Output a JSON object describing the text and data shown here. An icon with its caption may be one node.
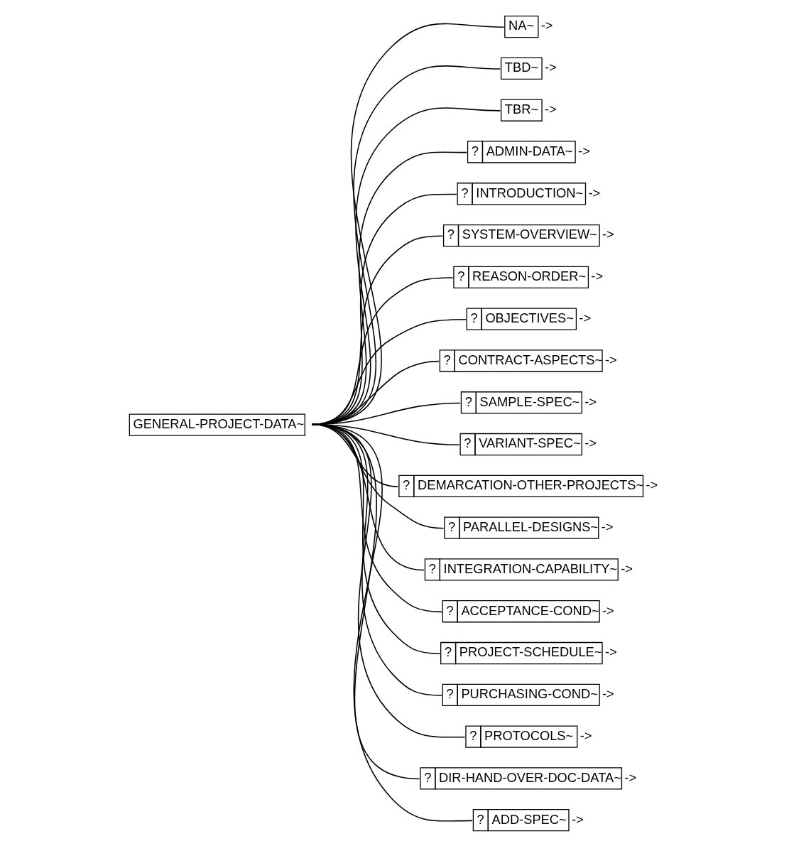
{
  "diagram": {
    "nodes": [
      {
        "text": [
          "GENERAL-PROJECT-DATA~"
        ]
      },
      {
        "text": [
          "NA~"
        ],
        "beside": [
          "->"
        ]
      },
      {
        "text": [
          "TBD~"
        ],
        "beside": [
          "->"
        ]
      },
      {
        "text": [
          "TBR~"
        ],
        "beside": [
          "->"
        ]
      },
      {
        "text": [
          "?",
          "ADMIN-DATA~"
        ],
        "beside": [
          "->"
        ]
      },
      {
        "text": [
          "?",
          "INTRODUCTION~"
        ],
        "beside": [
          "->"
        ]
      },
      {
        "text": [
          "?",
          "SYSTEM-OVERVIEW~"
        ],
        "beside": [
          "->"
        ]
      },
      {
        "text": [
          "?",
          "REASON-ORDER~"
        ],
        "beside": [
          "->"
        ]
      },
      {
        "text": [
          "?",
          "OBJECTIVES~"
        ],
        "beside": [
          "->"
        ]
      },
      {
        "text": [
          "?",
          "CONTRACT-ASPECTS~"
        ],
        "beside": [
          "->"
        ]
      },
      {
        "text": [
          "?",
          "SAMPLE-SPEC~"
        ],
        "beside": [
          "->"
        ]
      },
      {
        "text": [
          "?",
          "VARIANT-SPEC~"
        ],
        "beside": [
          "->"
        ]
      },
      {
        "text": [
          "?",
          "DEMARCATION-OTHER-PROJECTS~"
        ],
        "beside": [
          "->"
        ]
      },
      {
        "text": [
          "?",
          "PARALLEL-DESIGNS~"
        ],
        "beside": [
          "->"
        ]
      },
      {
        "text": [
          "?",
          "INTEGRATION-CAPABILITY~"
        ],
        "beside": [
          "->"
        ]
      },
      {
        "text": [
          "?",
          "ACCEPTANCE-COND~"
        ],
        "beside": [
          "->"
        ]
      },
      {
        "text": [
          "?",
          "PROJECT-SCHEDULE~"
        ],
        "beside": [
          "->"
        ]
      },
      {
        "text": [
          "?",
          "PURCHASING-COND~"
        ],
        "beside": [
          "->"
        ]
      },
      {
        "text": [
          "?",
          "PROTOCOLS~"
        ],
        "beside": [
          "->"
        ]
      },
      {
        "text": [
          "?",
          "DIR-HAND-OVER-DOC-DATA~"
        ],
        "beside": [
          "->"
        ]
      },
      {
        "text": [
          "?",
          "ADD-SPEC~"
        ],
        "beside": [
          "->"
        ]
      }
    ],
    "edges": [
      {
        "from": 0,
        "to": 1,
        "arrow": "none"
      },
      {
        "from": 0,
        "to": 2,
        "arrow": "none"
      },
      {
        "from": 0,
        "to": 3,
        "arrow": "none"
      },
      {
        "from": 0,
        "to": 4,
        "arrow": "none"
      },
      {
        "from": 0,
        "to": 5,
        "arrow": "none"
      },
      {
        "from": 0,
        "to": 6,
        "arrow": "none"
      },
      {
        "from": 0,
        "to": 7,
        "arrow": "none"
      },
      {
        "from": 0,
        "to": 8,
        "arrow": "none"
      },
      {
        "from": 0,
        "to": 9,
        "arrow": "none"
      },
      {
        "from": 0,
        "to": 10,
        "arrow": "none"
      },
      {
        "from": 0,
        "to": 11,
        "arrow": "none"
      },
      {
        "from": 0,
        "to": 12,
        "arrow": "none"
      },
      {
        "from": 0,
        "to": 13,
        "arrow": "none"
      },
      {
        "from": 0,
        "to": 14,
        "arrow": "none"
      },
      {
        "from": 0,
        "to": 15,
        "arrow": "none"
      },
      {
        "from": 0,
        "to": 16,
        "arrow": "none"
      },
      {
        "from": 0,
        "to": 17,
        "arrow": "none"
      },
      {
        "from": 0,
        "to": 18,
        "arrow": "none"
      },
      {
        "from": 0,
        "to": 19,
        "arrow": "none"
      },
      {
        "from": 0,
        "to": 20,
        "arrow": "none"
      }
    ]
  }
}
